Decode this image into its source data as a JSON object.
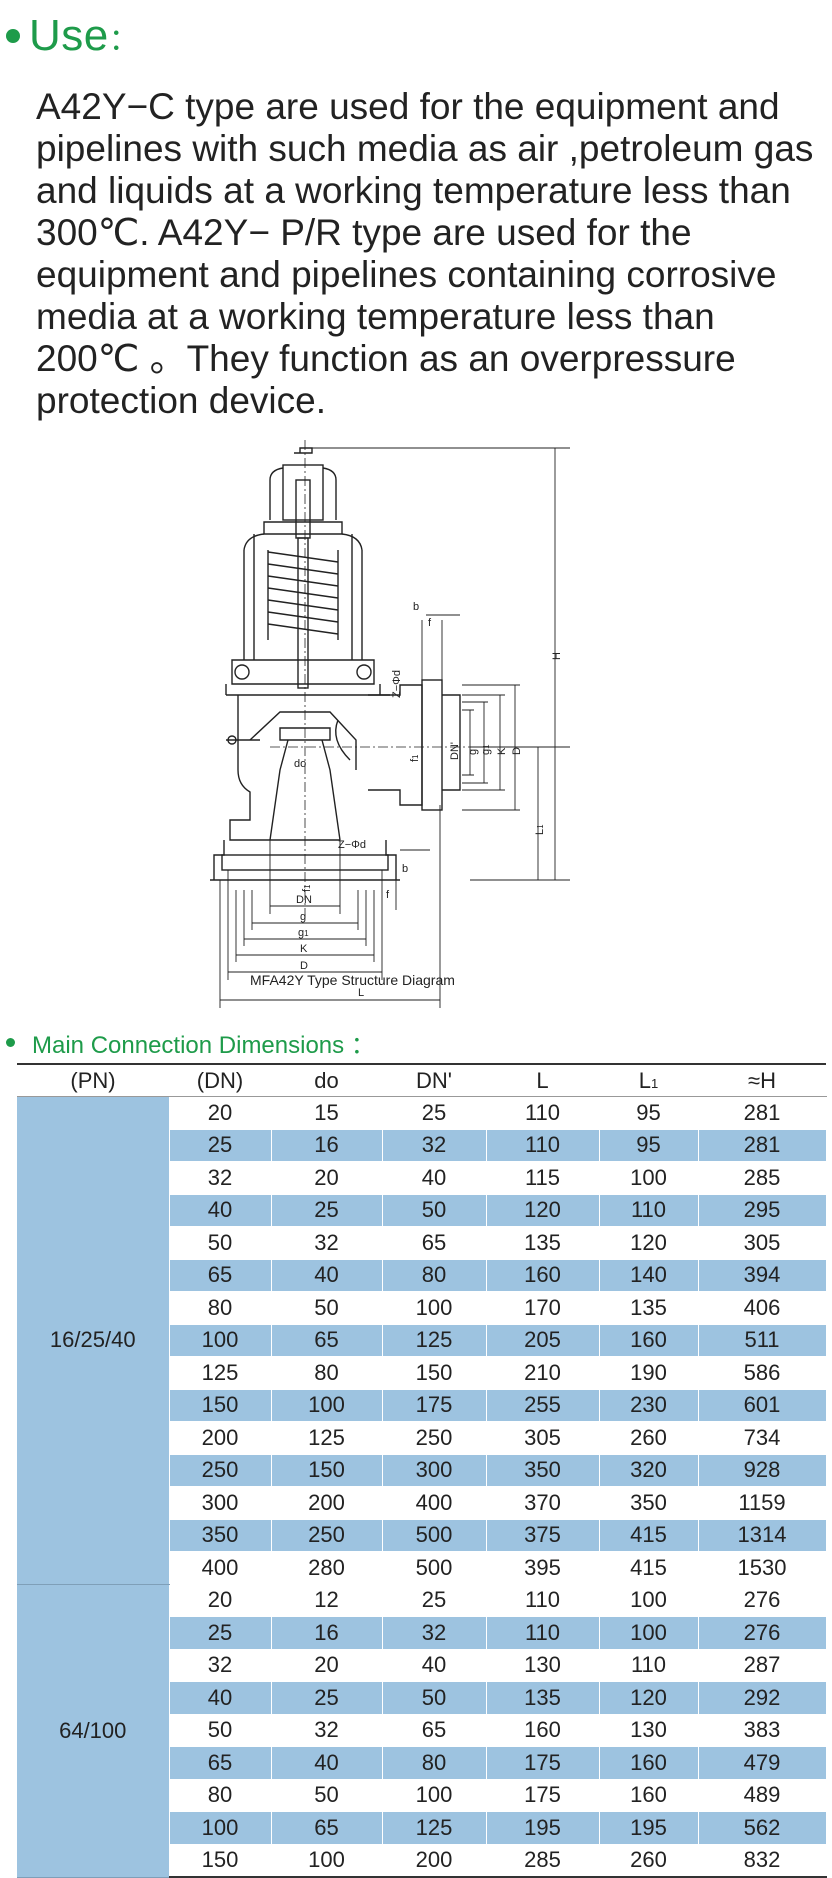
{
  "use_section": {
    "title": "Use",
    "colon": "：",
    "text": "A42Y−C type are used for the equipment and\npipelines with such media as air ,petroleum gas\nand liquids at a working temperature less than\n300℃. A42Y− P/R type are used for the\nequipment and pipelines containing corrosive\nmedia at a working temperature less than\n200℃ 。They function as an overpressure\nprotection device."
  },
  "diagram": {
    "caption": "MFA42Y Type Structure Diagram",
    "labels": {
      "H": "H",
      "L1": "L",
      "L1_sub": "1",
      "L": "L",
      "D": "D",
      "K": "K",
      "g": "g",
      "g1": "g",
      "g1_sub": "1",
      "DN": "DN",
      "DNp": "DN'",
      "do": "do",
      "f": "f",
      "f1": "f",
      "f1_sub": "1",
      "b": "b",
      "ZPhid": "Z−Φd",
      "ZPhid2": "Z−Φd",
      "b2": "b",
      "f2": "f",
      "f1b": "f",
      "f1b_sub": "1"
    }
  },
  "dims_section": {
    "title": "Main Connection Dimensions",
    "colon": "：",
    "headers": [
      "(PN)",
      "(DN)",
      "do",
      "DN'",
      "L",
      "L",
      "≈H"
    ],
    "l1_sub": "1",
    "groups": [
      {
        "pn": "16/25/40",
        "rows": [
          [
            "20",
            "15",
            "25",
            "110",
            "95",
            "281"
          ],
          [
            "25",
            "16",
            "32",
            "110",
            "95",
            "281"
          ],
          [
            "32",
            "20",
            "40",
            "115",
            "100",
            "285"
          ],
          [
            "40",
            "25",
            "50",
            "120",
            "110",
            "295"
          ],
          [
            "50",
            "32",
            "65",
            "135",
            "120",
            "305"
          ],
          [
            "65",
            "40",
            "80",
            "160",
            "140",
            "394"
          ],
          [
            "80",
            "50",
            "100",
            "170",
            "135",
            "406"
          ],
          [
            "100",
            "65",
            "125",
            "205",
            "160",
            "511"
          ],
          [
            "125",
            "80",
            "150",
            "210",
            "190",
            "586"
          ],
          [
            "150",
            "100",
            "175",
            "255",
            "230",
            "601"
          ],
          [
            "200",
            "125",
            "250",
            "305",
            "260",
            "734"
          ],
          [
            "250",
            "150",
            "300",
            "350",
            "320",
            "928"
          ],
          [
            "300",
            "200",
            "400",
            "370",
            "350",
            "1159"
          ],
          [
            "350",
            "250",
            "500",
            "375",
            "415",
            "1314"
          ],
          [
            "400",
            "280",
            "500",
            "395",
            "415",
            "1530"
          ]
        ]
      },
      {
        "pn": "64/100",
        "rows": [
          [
            "20",
            "12",
            "25",
            "110",
            "100",
            "276"
          ],
          [
            "25",
            "16",
            "32",
            "110",
            "100",
            "276"
          ],
          [
            "32",
            "20",
            "40",
            "130",
            "110",
            "287"
          ],
          [
            "40",
            "25",
            "50",
            "135",
            "120",
            "292"
          ],
          [
            "50",
            "32",
            "65",
            "160",
            "130",
            "383"
          ],
          [
            "65",
            "40",
            "80",
            "175",
            "160",
            "479"
          ],
          [
            "80",
            "50",
            "100",
            "175",
            "160",
            "489"
          ],
          [
            "100",
            "65",
            "125",
            "195",
            "195",
            "562"
          ],
          [
            "150",
            "100",
            "200",
            "285",
            "260",
            "832"
          ]
        ]
      }
    ]
  }
}
